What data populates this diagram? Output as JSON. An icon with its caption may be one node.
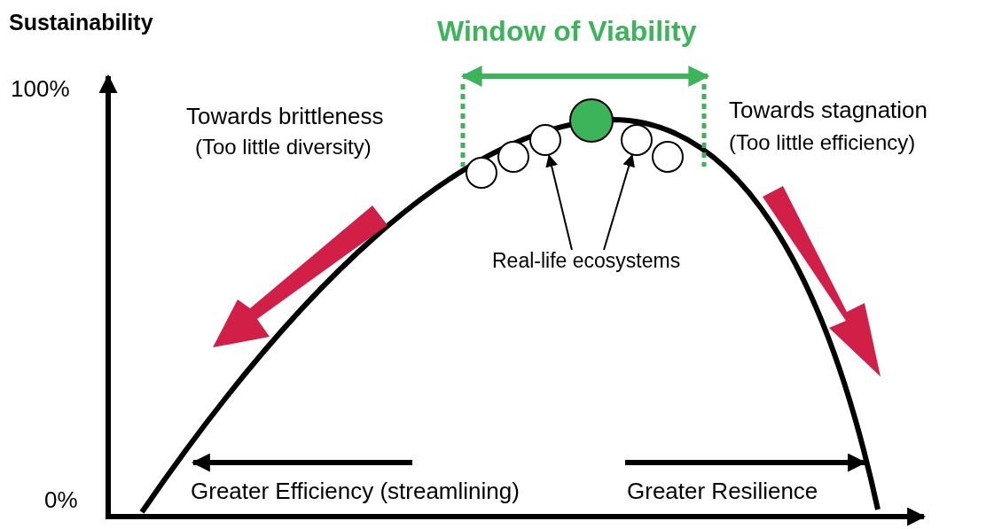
{
  "diagram": {
    "nodes": [
      {
        "text": [],
        "shape": "circle"
      },
      {
        "text": [],
        "shape": "circle"
      },
      {
        "text": [],
        "shape": "circle"
      },
      {
        "text": [],
        "shape": "circle"
      },
      {
        "text": [],
        "shape": "circle"
      },
      {
        "text": [],
        "shape": "circle"
      },
      {
        "text": [
          "Real-life ecosystems"
        ]
      }
    ],
    "edges": [
      {
        "from": 6,
        "to": 2,
        "arrow": "to"
      },
      {
        "from": 6,
        "to": 4,
        "arrow": "to"
      }
    ],
    "labels": [
      "Sustainability",
      "Window of Viability",
      "100%",
      "Towards brittleness",
      "(Too little diversity)",
      "Towards stagnation",
      "(Too little efficiency)",
      "0%",
      "Greater Efficiency (streamlining)",
      "Greater Resilience"
    ]
  }
}
